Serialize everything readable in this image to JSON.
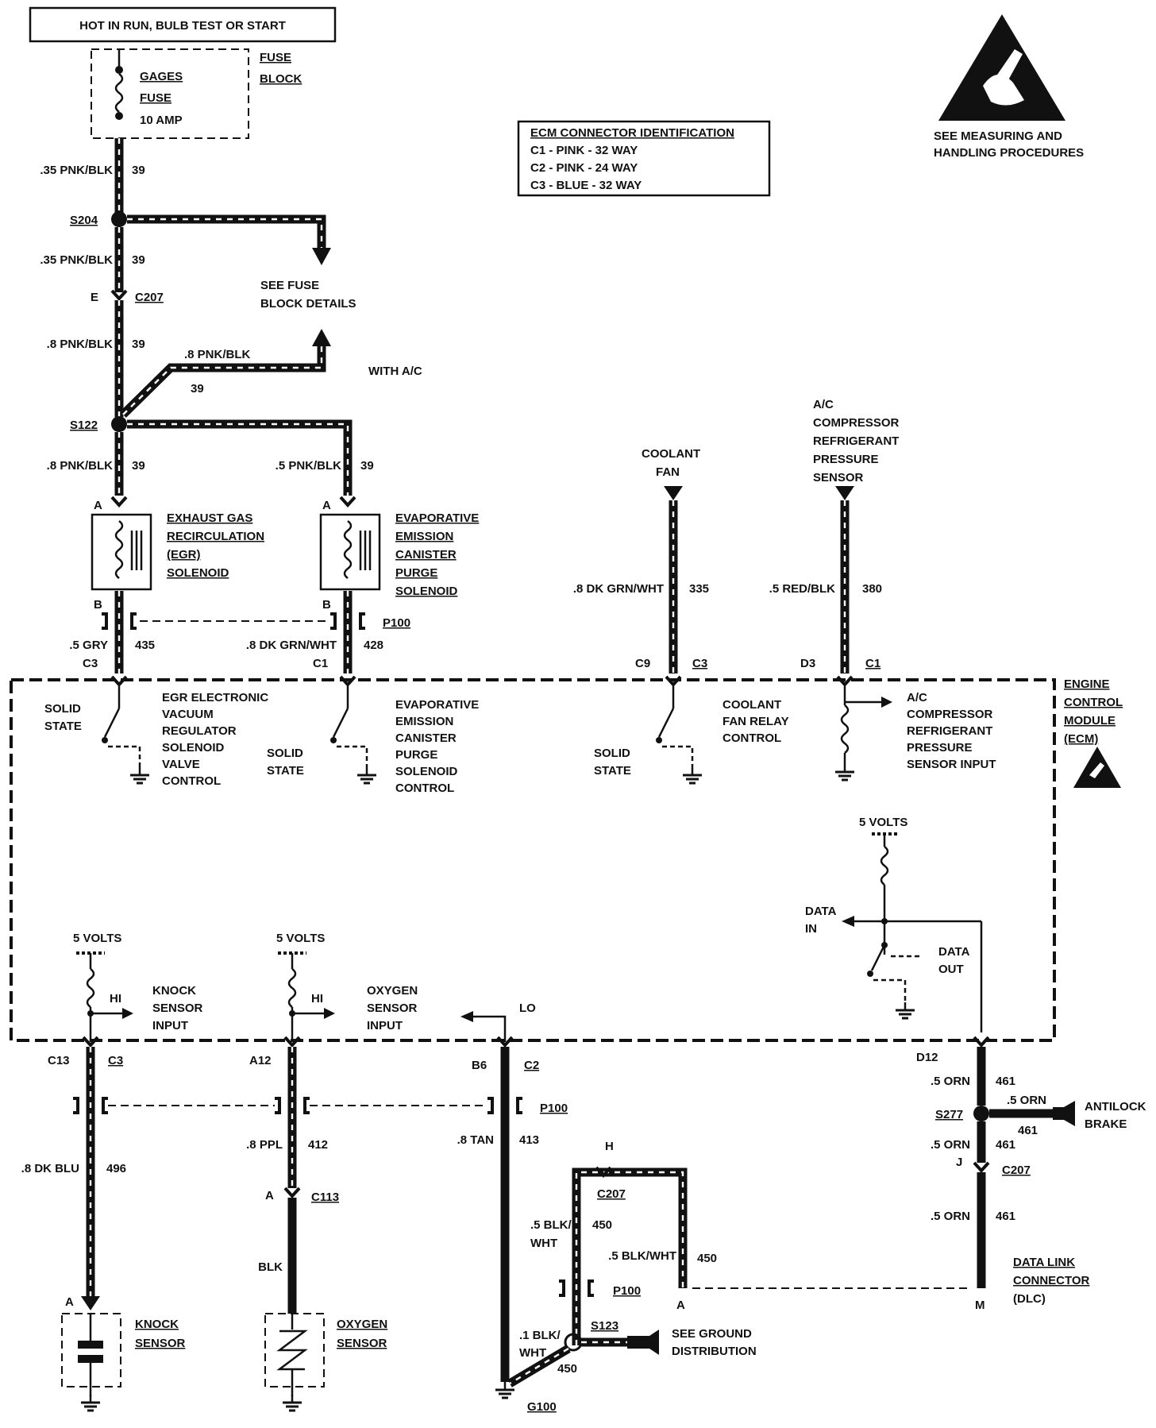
{
  "header": {
    "title": "HOT IN RUN, BULB TEST OR START"
  },
  "fuse": {
    "name": "GAGES",
    "name2": "FUSE",
    "rating": "10 AMP",
    "block_l1": "FUSE",
    "block_l2": "BLOCK"
  },
  "ecm_id": {
    "title": "ECM CONNECTOR IDENTIFICATION",
    "rows": [
      "C1 - PINK - 32 WAY",
      "C2 - PINK - 24 WAY",
      "C3 - BLUE - 32 WAY"
    ]
  },
  "esd": {
    "line1": "SEE MEASURING AND",
    "line2": "HANDLING PROCEDURES"
  },
  "splices": {
    "s204": "S204",
    "s122": "S122",
    "s277": "S277",
    "s123": "S123"
  },
  "fuse_details": {
    "line1": "SEE FUSE",
    "line2": "BLOCK DETAILS"
  },
  "with_ac": "WITH A/C",
  "wires": {
    "w1": ".35 PNK/BLK",
    "w2": ".35 PNK/BLK",
    "w3": ".8 PNK/BLK",
    "w4": ".8 PNK/BLK",
    "w5": ".8 PNK/BLK",
    "w6": ".5 PNK/BLK",
    "w7": ".5 GRY",
    "w8": ".8 DK GRN/WHT",
    "w9": ".8 DK GRN/WHT",
    "w10": ".5 RED/BLK",
    "w11": ".8 DK BLU",
    "w12": ".8 PPL",
    "w13": "BLK",
    "w14": ".8 TAN",
    "w15": ".5 ORN",
    "w16": ".5 ORN",
    "w17": ".5 ORN",
    "w18": ".5 ORN",
    "w19": ".5 BLK/",
    "w19b": "WHT",
    "w20": ".5 BLK/WHT",
    "w21": ".1 BLK/",
    "w21b": "WHT"
  },
  "circuits": {
    "c39": "39",
    "c435": "435",
    "c428": "428",
    "c335": "335",
    "c380": "380",
    "c496": "496",
    "c412": "412",
    "c413": "413",
    "c461": "461",
    "c450": "450"
  },
  "connectors": {
    "c207": "C207",
    "p100": "P100",
    "c3": "C3",
    "c1": "C1",
    "c9": "C9",
    "d3": "D3",
    "c13": "C13",
    "a12": "A12",
    "b6": "B6",
    "c2": "C2",
    "d12": "D12",
    "c113": "C113",
    "g100": "G100",
    "pin_e": "E",
    "pin_a": "A",
    "pin_b": "B",
    "pin_h": "H",
    "pin_j": "J",
    "pin_m": "M"
  },
  "components": {
    "egr": [
      "EXHAUST GAS",
      "RECIRCULATION",
      "(EGR)",
      "SOLENOID"
    ],
    "evap": [
      "EVAPORATIVE",
      "EMISSION",
      "CANISTER",
      "PURGE",
      "SOLENOID"
    ],
    "coolant_fan": [
      "COOLANT",
      "FAN"
    ],
    "ac_sensor": [
      "A/C",
      "COMPRESSOR",
      "REFRIGERANT",
      "PRESSURE",
      "SENSOR"
    ],
    "knock": [
      "KNOCK",
      "SENSOR"
    ],
    "oxygen": [
      "OXYGEN",
      "SENSOR"
    ],
    "antilock": [
      "ANTILOCK",
      "BRAKE"
    ],
    "dlc": [
      "DATA LINK",
      "CONNECTOR",
      "(DLC)"
    ],
    "ground": [
      "SEE GROUND",
      "DISTRIBUTION"
    ]
  },
  "ecm": {
    "title": [
      "ENGINE",
      "CONTROL",
      "MODULE",
      "(ECM)"
    ],
    "solid_state": [
      "SOLID",
      "STATE"
    ],
    "egr_ctrl": [
      "EGR ELECTRONIC",
      "VACUUM",
      "REGULATOR",
      "SOLENOID",
      "VALVE",
      "CONTROL"
    ],
    "evap_ctrl": [
      "EVAPORATIVE",
      "EMISSION",
      "CANISTER",
      "PURGE",
      "SOLENOID",
      "CONTROL"
    ],
    "fan_ctrl": [
      "COOLANT",
      "FAN RELAY",
      "CONTROL"
    ],
    "ac_input": [
      "A/C",
      "COMPRESSOR",
      "REFRIGERANT",
      "PRESSURE",
      "SENSOR INPUT"
    ],
    "five_volts": "5 VOLTS",
    "data_in": [
      "DATA",
      "IN"
    ],
    "data_out": [
      "DATA",
      "OUT"
    ],
    "hi": "HI",
    "lo": "LO",
    "knock_input": [
      "KNOCK",
      "SENSOR",
      "INPUT"
    ],
    "oxygen_input": [
      "OXYGEN",
      "SENSOR",
      "INPUT"
    ]
  }
}
